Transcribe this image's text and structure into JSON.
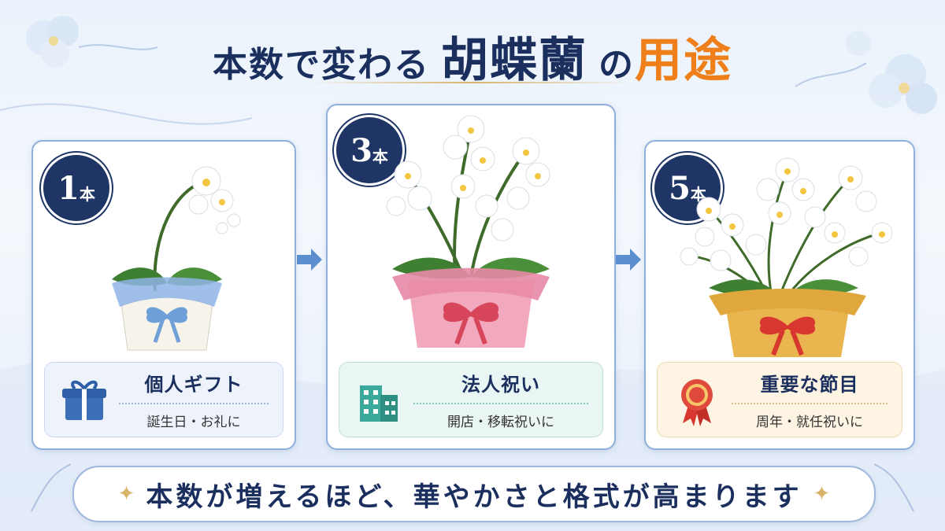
{
  "title": {
    "part1": "本数で変わる",
    "part2": "胡蝶蘭",
    "part3": "の",
    "part4": "用途"
  },
  "cards": [
    {
      "count": "1",
      "unit": "本",
      "title": "個人ギフト",
      "subtitle": "誕生日・お礼に",
      "icon": "gift-icon",
      "wrap_color": "#6f9fd8"
    },
    {
      "count": "3",
      "unit": "本",
      "title": "法人祝い",
      "subtitle": "開店・移転祝いに",
      "icon": "building-icon",
      "wrap_color": "#e88aa6"
    },
    {
      "count": "5",
      "unit": "本",
      "title": "重要な節目",
      "subtitle": "周年・就任祝いに",
      "icon": "rosette-award-icon",
      "wrap_color": "#e0a73c"
    }
  ],
  "banner": "本数が増えるほど、華やかさと格式が高まります",
  "colors": {
    "navy": "#1e3566",
    "accent": "#ef7f1a",
    "card_border": "#8fb0dc"
  }
}
